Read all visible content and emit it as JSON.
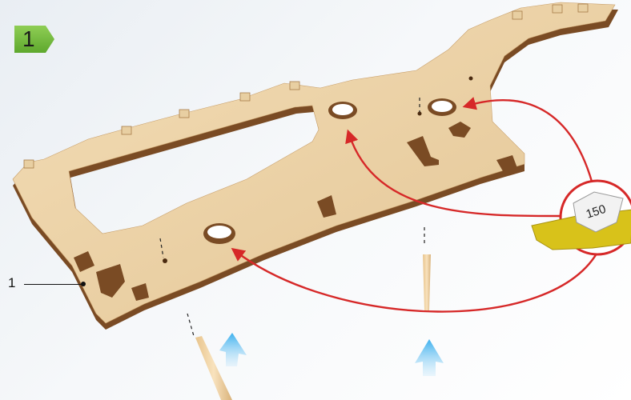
{
  "step": {
    "number": "1",
    "color": "#6cb63a"
  },
  "callout": {
    "label": "1"
  },
  "sandpaper": {
    "grit": "150",
    "color": "#d8c21a"
  },
  "colors": {
    "wood_face": "#ecd3a8",
    "wood_edge": "#7a4b24",
    "arrow_red": "#d62828",
    "push_arrow_blue": "#2aa6e8"
  },
  "icons": [
    "sandpaper-icon",
    "blue-up-arrow-icon",
    "red-curved-arrow-icon",
    "dowel-pin-icon"
  ]
}
